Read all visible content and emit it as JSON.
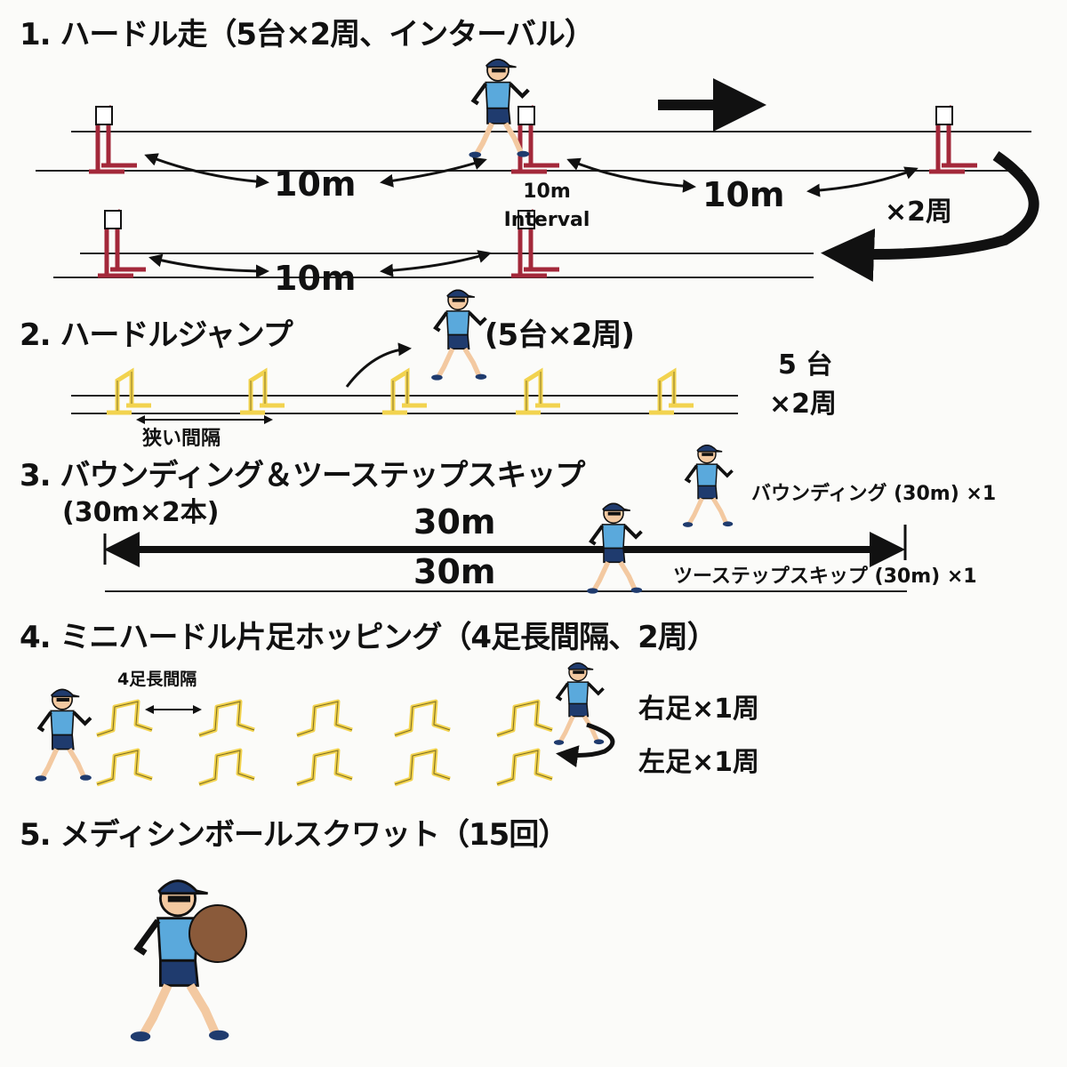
{
  "section1": {
    "title": "1. ハードル走（5台×2周、インターバル）",
    "dist_left_top": "10m",
    "interval_dist": "10m",
    "interval_label": "Interval",
    "dist_right_top": "10m",
    "laps": "×2周",
    "dist_left_bottom": "10m"
  },
  "section2": {
    "title": "2. ハードルジャンプ",
    "sets": "(5台×2周)",
    "count_line1": "5 台",
    "count_line2": "×2周",
    "spacing_label": "狭い間隔"
  },
  "section3": {
    "title": "3. バウンディング＆ツーステップスキップ",
    "sets": "(30m×2本)",
    "dist_top": "30m",
    "dist_bottom": "30m",
    "bounding_label": "バウンディング (30m) ×1",
    "skip_label": "ツーステップスキップ (30m) ×1"
  },
  "section4": {
    "title": "4. ミニハードル片足ホッピング（4足長間隔、2周）",
    "spacing_label": "4足長間隔",
    "right_foot": "右足×1周",
    "left_foot": "左足×1周"
  },
  "section5": {
    "title": "5. メディシンボールスクワット（15回）"
  },
  "colors": {
    "shirt": "#5aa9dc",
    "shorts": "#1f3b6e",
    "hurdle_red": "#a3283a",
    "hurdle_yellow": "#f2d34f",
    "ball": "#8a5a3a"
  }
}
